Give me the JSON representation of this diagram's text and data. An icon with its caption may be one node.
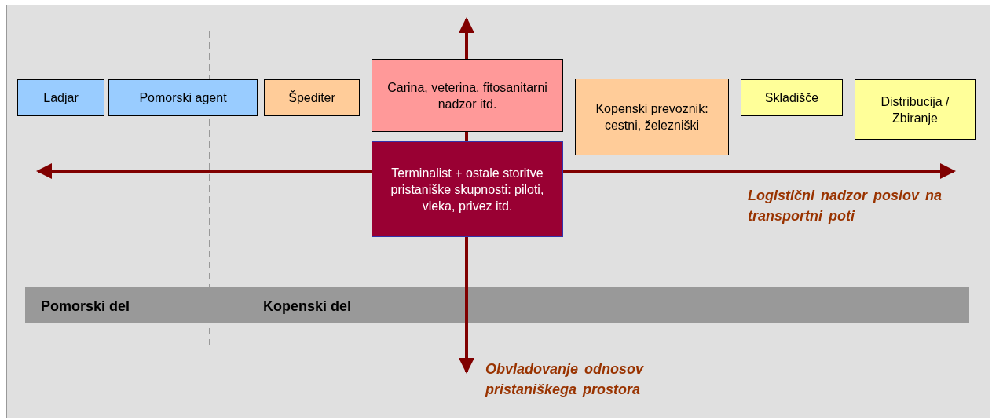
{
  "diagram": {
    "nodes": [
      {
        "text": [
          "Ladjar"
        ]
      },
      {
        "text": [
          "Pomorski agent"
        ]
      },
      {
        "text": [
          "Špediter"
        ]
      },
      {
        "text": [
          "Carina, veterina, fitosanitarni nadzor itd."
        ]
      },
      {
        "text": [
          "Terminalist + ostale storitve pristaniške skupnosti: piloti, vleka, privez itd."
        ]
      },
      {
        "text": [
          "Kopenski prevoznik: cestni, železniški"
        ]
      },
      {
        "text": [
          "Skladišče"
        ]
      },
      {
        "text": [
          "Distribucija / Zbiranje"
        ]
      }
    ],
    "labels": [
      "Logistični nadzor poslov na transportni poti",
      "Pomorski del",
      "Kopenski del",
      "Obvladovanje odnosov pristaniškega prostora"
    ]
  }
}
